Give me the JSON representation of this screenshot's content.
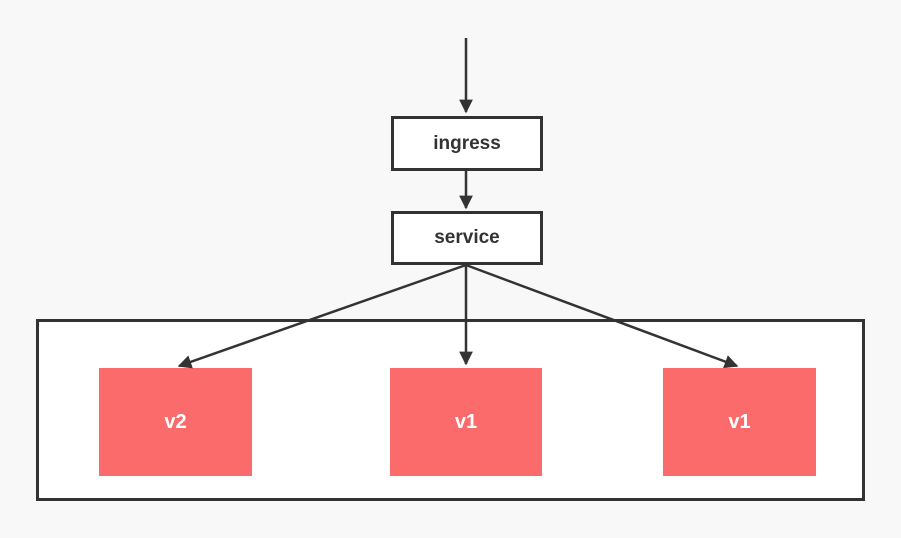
{
  "diagram": {
    "colors": {
      "background": "#f8f8f8",
      "stroke": "#333333",
      "node_fill": "#ffffff",
      "node_text": "#333333",
      "pod_fill": "#fb6b6b",
      "pod_text": "#ffffff"
    },
    "nodes": {
      "ingress": {
        "label": "ingress"
      },
      "service": {
        "label": "service"
      }
    },
    "pods": [
      {
        "label": "v2"
      },
      {
        "label": "v1"
      },
      {
        "label": "v1"
      }
    ]
  }
}
